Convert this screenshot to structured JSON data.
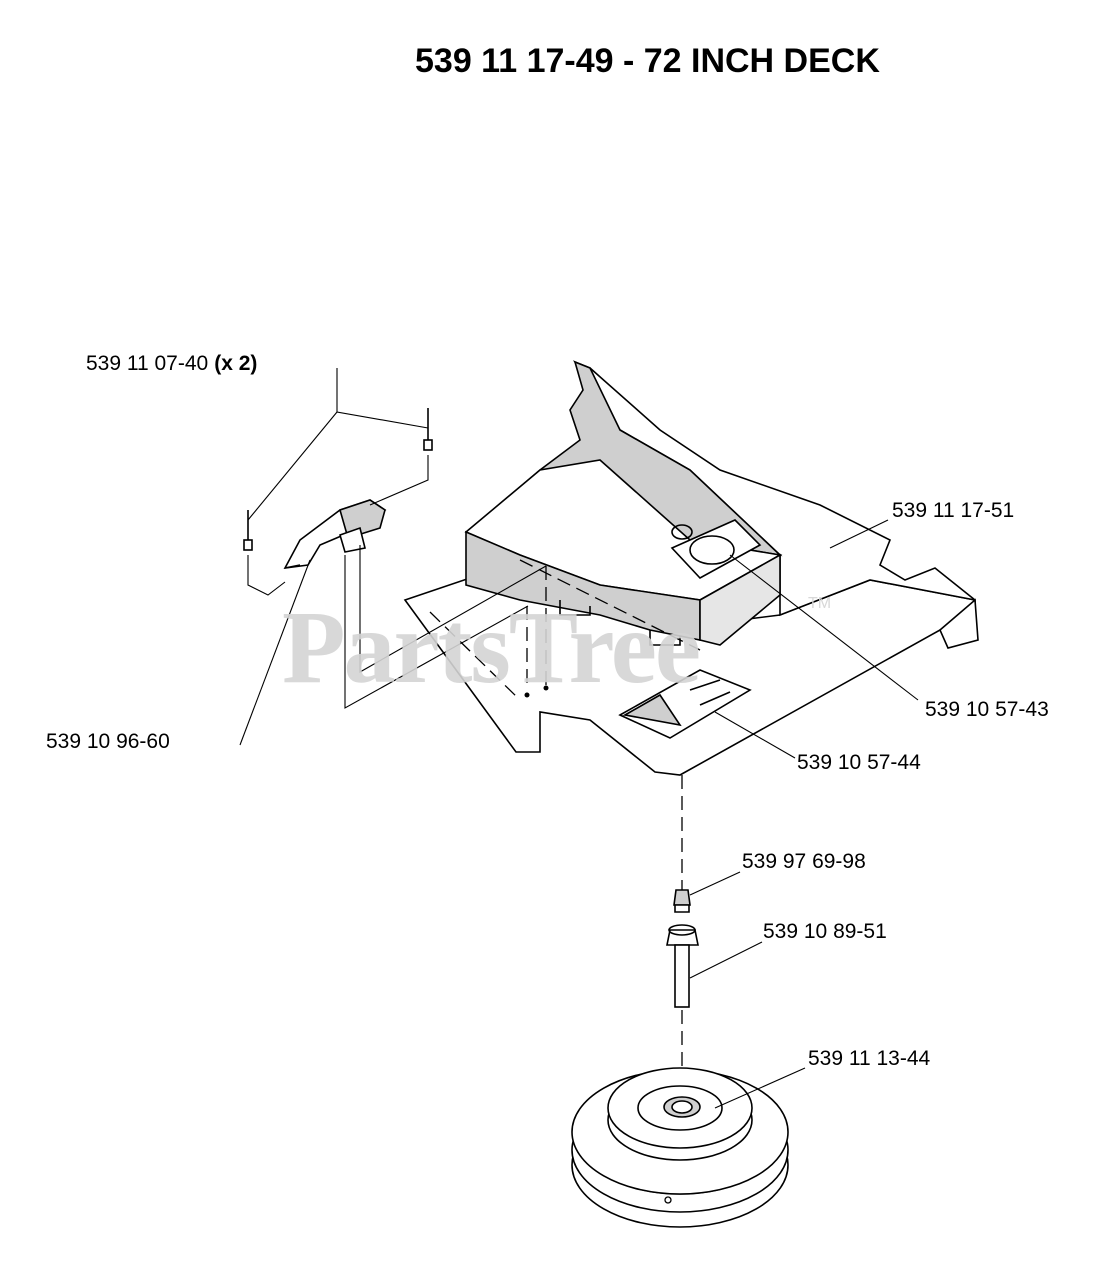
{
  "title": "539 11 17-49 - 72 INCH DECK",
  "watermark": {
    "text": "PartsTree",
    "tm": "TM"
  },
  "callouts": {
    "rivet": {
      "part": "539 11 07-40",
      "qty": "(x 2)"
    },
    "bracket": "539 10 96-60",
    "deflector": "539 11 17-51",
    "decal_top": "539 10 57-43",
    "decal_warning": "539 10 57-44",
    "grease_fitting": "539 97 69-98",
    "bolt": "539 10 89-51",
    "pulley": "539 11 13-44"
  },
  "colors": {
    "line": "#000000",
    "shade": "#cfcfcf",
    "watermark": "#d4d4d4"
  }
}
